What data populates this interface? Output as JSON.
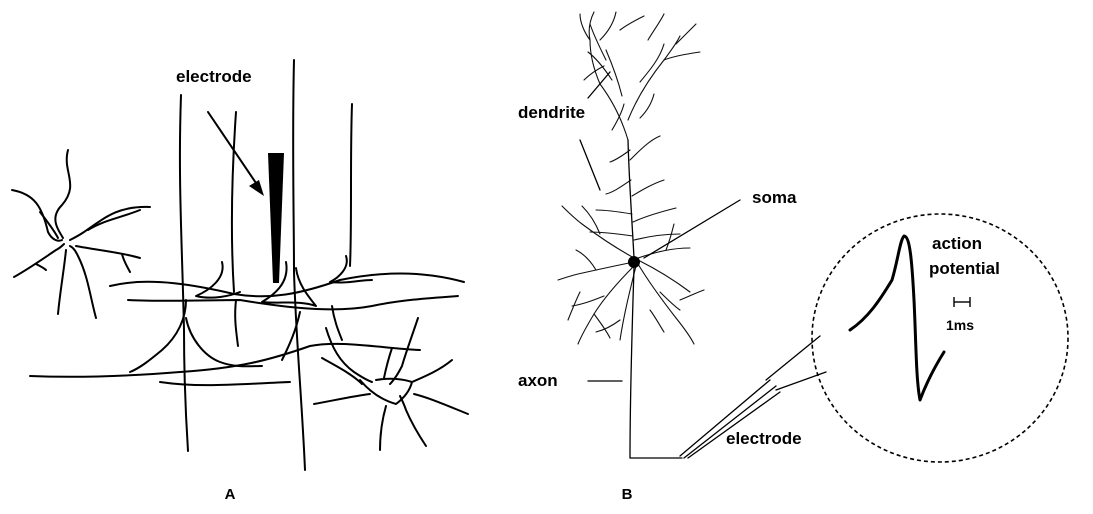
{
  "panel_a": {
    "label": "A",
    "electrode_label": "electrode"
  },
  "panel_b": {
    "label": "B",
    "dendrite_label": "dendrite",
    "soma_label": "soma",
    "axon_label": "axon",
    "electrode_label": "electrode",
    "action_label_line1": "action",
    "action_label_line2": "potential",
    "scale_label": "1ms"
  }
}
